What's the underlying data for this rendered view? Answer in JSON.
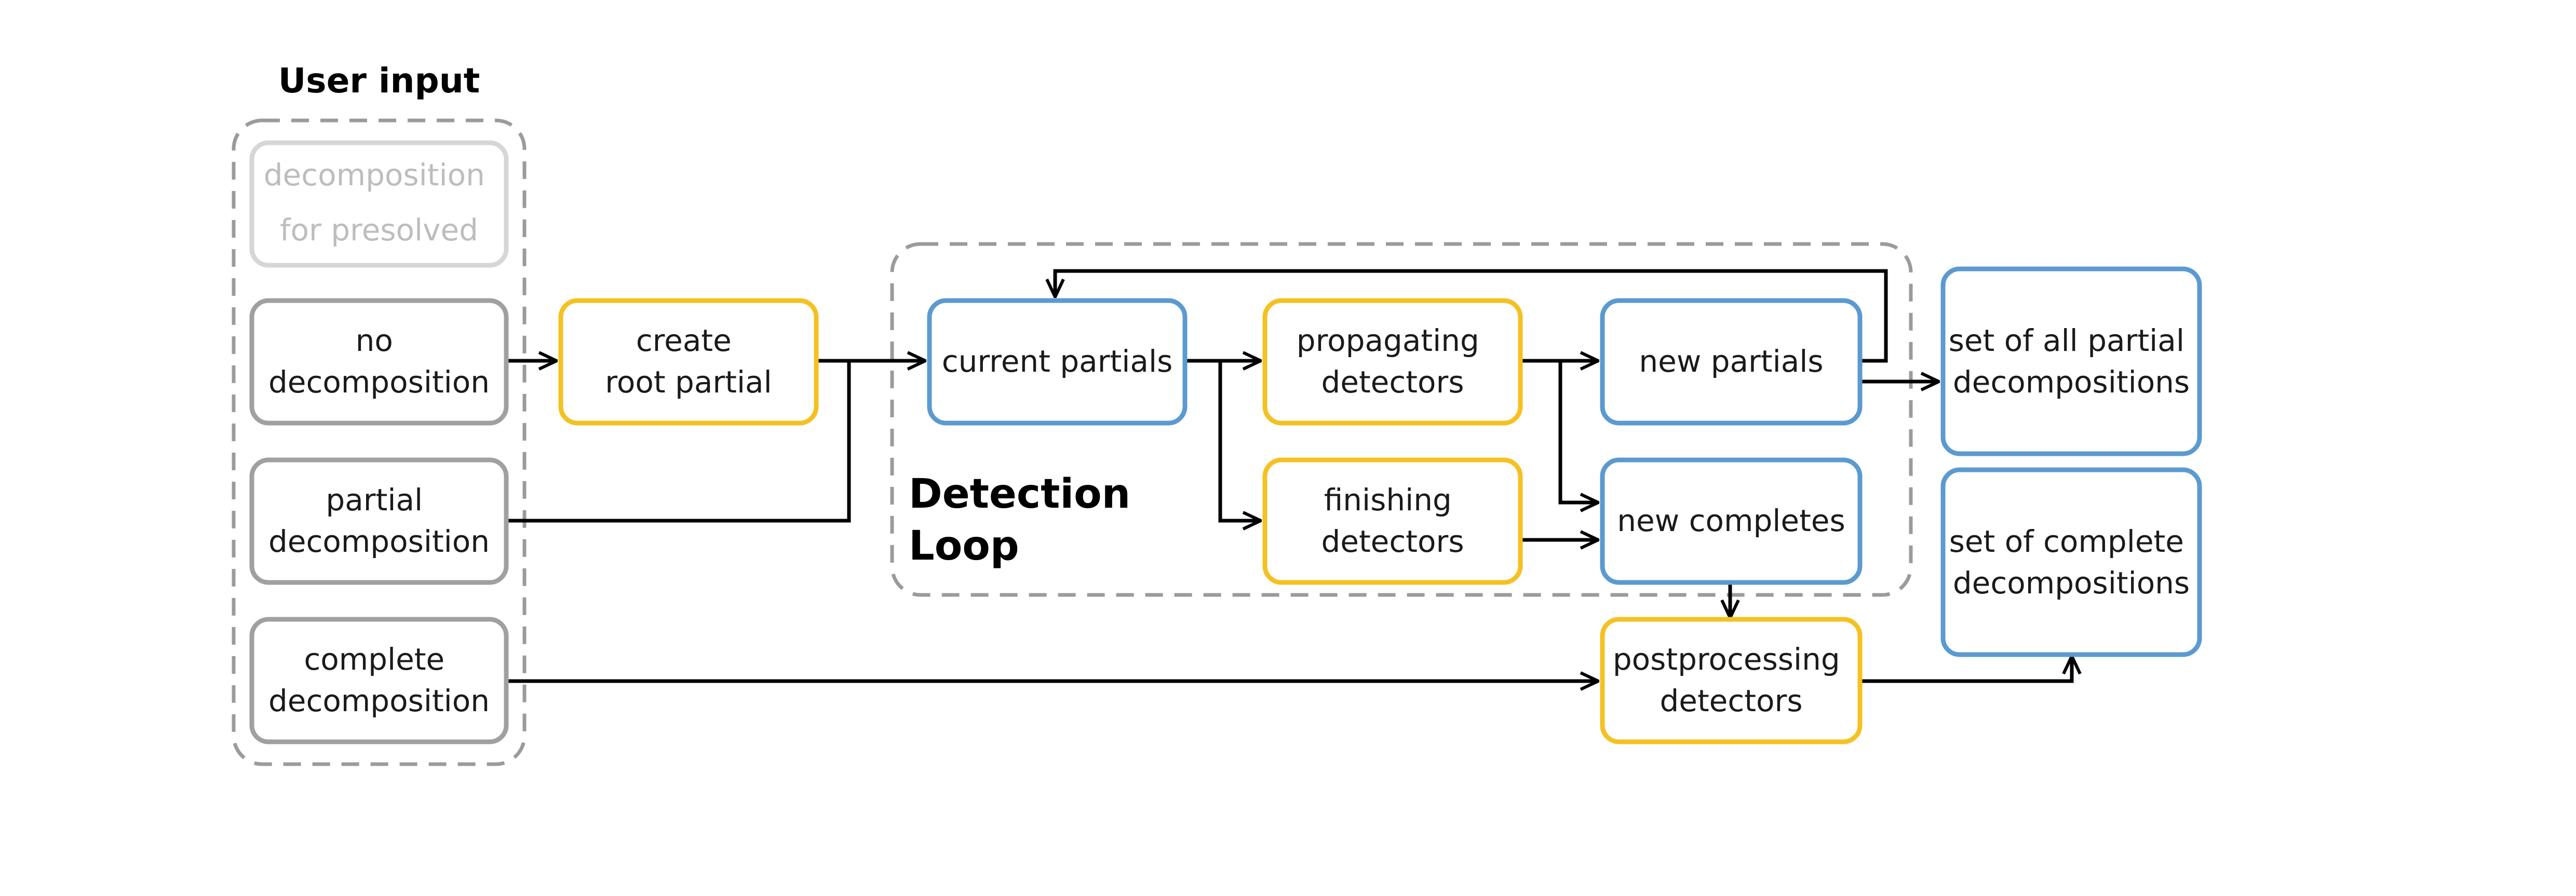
{
  "title": "User input",
  "loop_label": [
    "Detection",
    "Loop"
  ],
  "colors": {
    "gray": "#a0a0a0",
    "light_gray": "#d6d6d6",
    "light_text": "#bdbdbd",
    "yellow": "#f5c122",
    "blue": "#5b9ad0",
    "dashed": "#9b9b9b",
    "line": "#000000",
    "text": "#1a1a1a"
  },
  "nodes": {
    "presolved": [
      "decomposition",
      "for presolved"
    ],
    "no_decomp": [
      "no",
      "decomposition"
    ],
    "partial_decomp": [
      "partial",
      "decomposition"
    ],
    "complete_decomp": [
      "complete",
      "decomposition"
    ],
    "create_root": [
      "create",
      "root partial"
    ],
    "current_partials": [
      "current partials"
    ],
    "propagating": [
      "propagating",
      "detectors"
    ],
    "finishing": [
      "finishing",
      "detectors"
    ],
    "new_partials": [
      "new partials"
    ],
    "new_completes": [
      "new completes"
    ],
    "postprocessing": [
      "postprocessing",
      "detectors"
    ],
    "set_all_partial": [
      "set of all partial",
      "decompositions"
    ],
    "set_complete": [
      "set of complete",
      "decompositions"
    ]
  }
}
